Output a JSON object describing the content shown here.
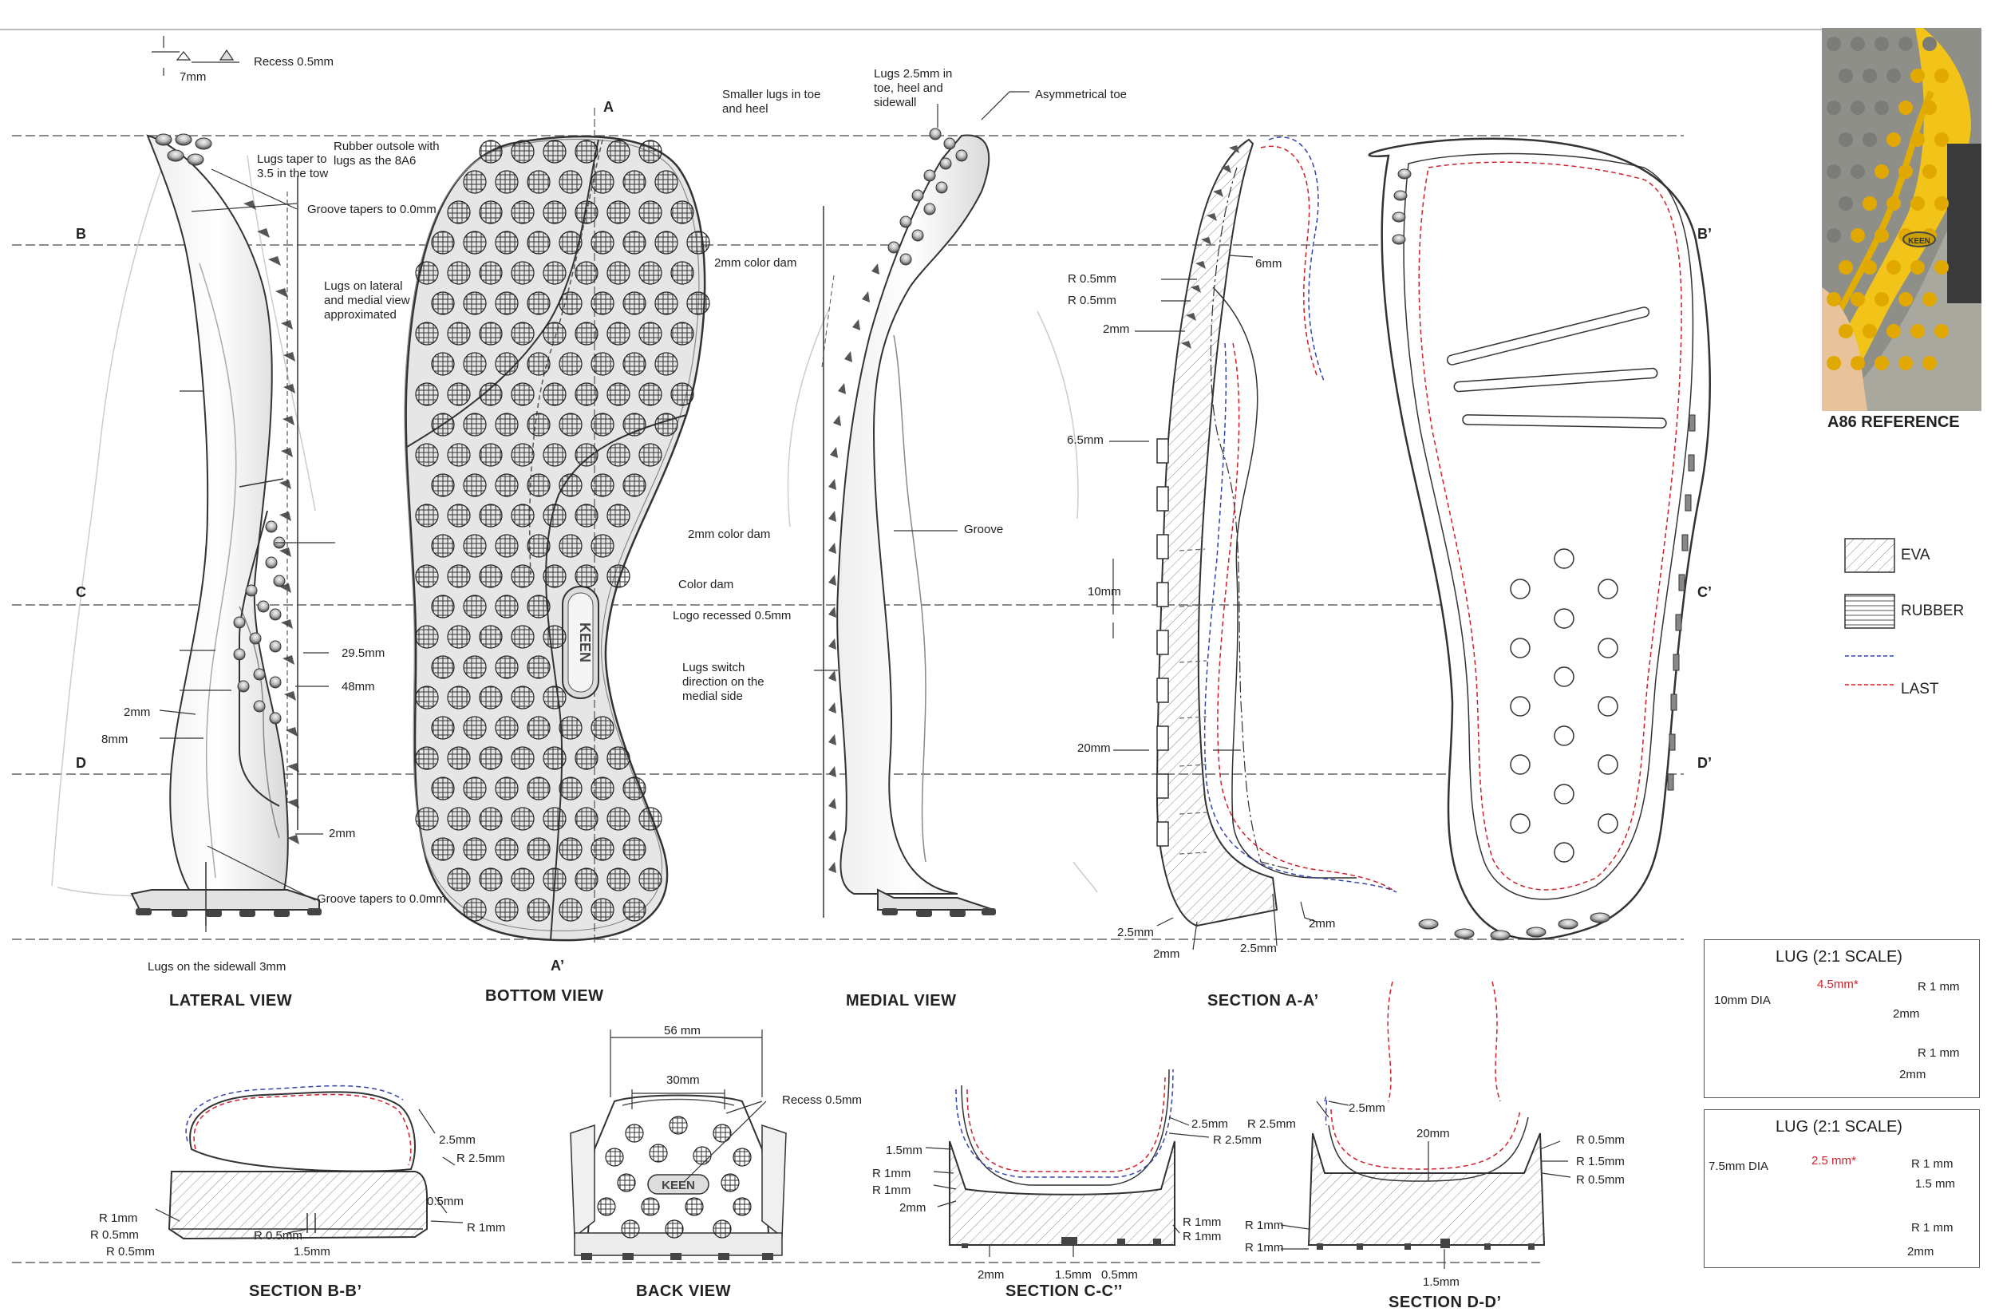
{
  "views": {
    "lateral": "LATERAL VIEW",
    "bottom": "BOTTOM VIEW",
    "medial": "MEDIAL VIEW",
    "section_aa": "SECTION A-A’",
    "section_bb": "SECTION B-B’",
    "back": "BACK VIEW",
    "section_cc": "SECTION C-C’’",
    "section_dd": "SECTION D-D’"
  },
  "section_markers": {
    "b": "B",
    "b2": "B’",
    "c": "C",
    "c2": "C’",
    "d": "D",
    "d2": "D’",
    "a": "A",
    "a2": "A’"
  },
  "lateral_notes": {
    "recess": "Recess 0.5mm",
    "seven": "7mm",
    "lugs_taper": "Lugs taper to 3.5 in the tow",
    "groove_taper_top": "Groove tapers to 0.0mm",
    "lugs_approx": "Lugs on lateral and medial view approximated",
    "d295": "29.5mm",
    "d48": "48mm",
    "d2": "2mm",
    "d8": "8mm",
    "d2b": "2mm",
    "groove_taper_bottom": "Groove tapers to 0.0mm",
    "sidewall": "Lugs on the sidewall 3mm"
  },
  "bottom_notes": {
    "rubber_outsole": "Rubber outsole with lugs as the 8A6",
    "smaller_lugs": "Smaller lugs in toe and heel",
    "color_dam_top": "2mm color dam",
    "color_dam_mid": "2mm color dam",
    "color_dam": "Color dam",
    "logo": "Logo recessed 0.5mm",
    "lugs_switch": "Lugs switch direction on the medial side",
    "logo_text": "KEEN"
  },
  "medial_notes": {
    "lugs_25": "Lugs 2.5mm in toe, heel and sidewall",
    "asym_toe": "Asymmetrical toe",
    "groove": "Groove"
  },
  "section_aa_notes": {
    "r05a": "R 0.5mm",
    "r05b": "R 0.5mm",
    "six": "6mm",
    "two": "2mm",
    "six5": "6.5mm",
    "ten": "10mm",
    "twenty": "20mm",
    "two5a": "2.5mm",
    "two_b": "2mm",
    "two5b": "2.5mm",
    "two_c": "2mm"
  },
  "reference": {
    "title": "A86 REFERENCE",
    "logo_text": "KEEN"
  },
  "legend": {
    "eva": "EVA",
    "rubber": "RUBBER",
    "last": "LAST"
  },
  "lug_box_1": {
    "title": "LUG (2:1 SCALE)",
    "dia": "10mm DIA",
    "h": "4.5mm*",
    "r1a": "R 1 mm",
    "two": "2mm",
    "r1b": "R 1 mm",
    "two_b": "2mm"
  },
  "lug_box_2": {
    "title": "LUG (2:1 SCALE)",
    "dia": "7.5mm DIA",
    "h": "2.5 mm*",
    "r1a": "R 1 mm",
    "d15": "1.5 mm",
    "r1b": "R 1 mm",
    "two": "2mm"
  },
  "section_bb_notes": {
    "d25": "2.5mm",
    "r25": "R 2.5mm",
    "d05": "0.5mm",
    "r1": "R 1mm",
    "r1l": "R 1mm",
    "r05a": "R 0.5mm",
    "r05b": "R 0.5mm",
    "r05m": "R 0.5mm",
    "d15": "1.5mm"
  },
  "back_notes": {
    "d56": "56 mm",
    "d30": "30mm",
    "recess": "Recess 0.5mm"
  },
  "section_cc_notes": {
    "d25": "2.5mm",
    "r25": "R 2.5mm",
    "d15": "1.5mm",
    "r1a": "R 1mm",
    "r1b": "R 1mm",
    "d2": "2mm",
    "r1c": "R 1mm",
    "r1d": "R 1mm",
    "b2": "2mm",
    "b15": "1.5mm",
    "b05": "0.5mm"
  },
  "section_dd_notes": {
    "r25": "R 2.5mm",
    "d25": "2.5mm",
    "d20": "20mm",
    "r05a": "R 0.5mm",
    "r15": "R 1.5mm",
    "r05b": "R 0.5mm",
    "r1a": "R 1mm",
    "r1b": "R 1mm",
    "d15": "1.5mm"
  }
}
